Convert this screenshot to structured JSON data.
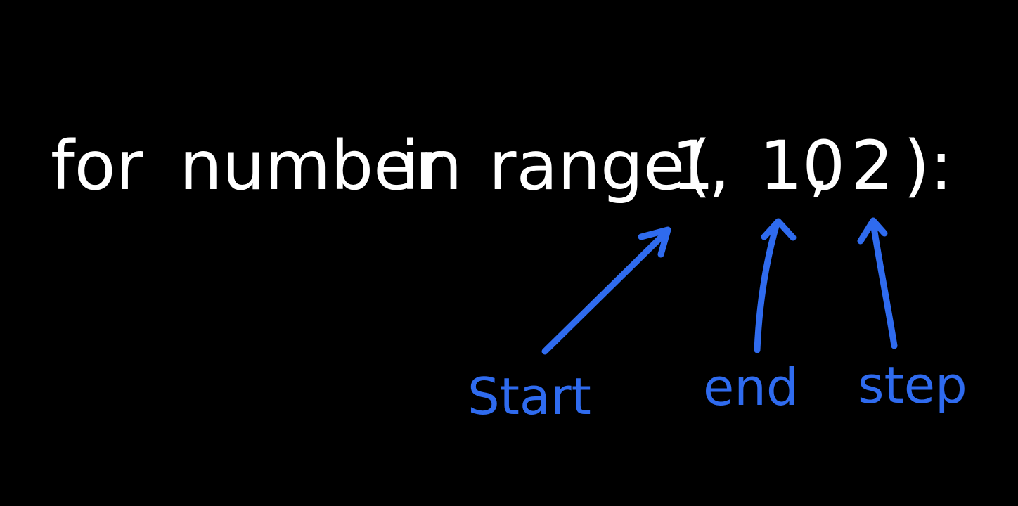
{
  "code": {
    "keyword_for": "for",
    "variable": "number",
    "keyword_in": "in",
    "function": "range(",
    "arg_start": "1",
    "comma_1": ",",
    "arg_end": "10",
    "comma_2": ",",
    "arg_step": "2",
    "closing": "):"
  },
  "annotations": {
    "start_label": "Start",
    "end_label": "end",
    "step_label": "step"
  },
  "colors": {
    "background": "#000000",
    "code_text": "#ffffff",
    "annotation": "#2f6bef"
  }
}
